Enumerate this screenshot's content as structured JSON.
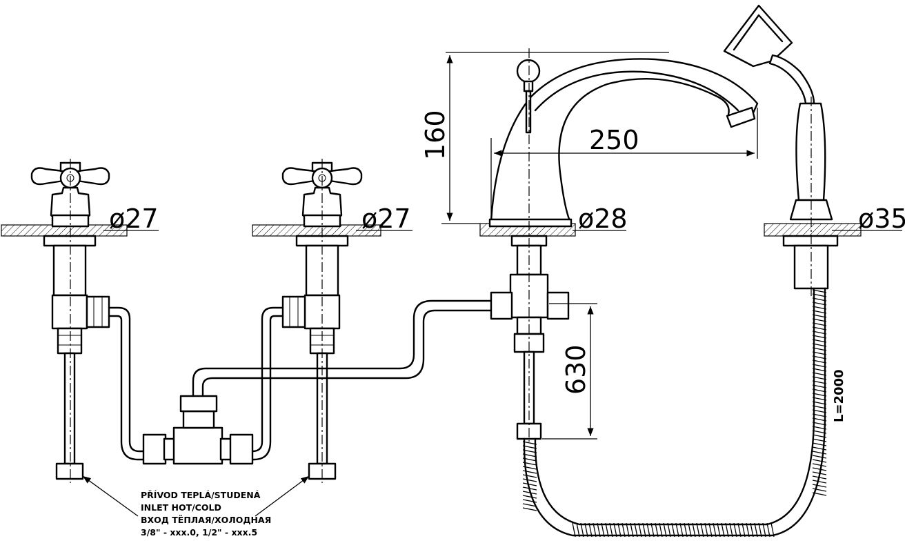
{
  "dimensions": {
    "hot_valve_diameter": "ø27",
    "cold_valve_diameter": "ø27",
    "spout_diameter": "ø28",
    "shower_diameter": "ø35",
    "spout_height": "160",
    "spout_reach": "250",
    "hose_drop": "630",
    "hose_length": "L=2000"
  },
  "note": {
    "line1": "PŘÍVOD TEPLÁ/STUDENÁ",
    "line2": "INLET HOT/COLD",
    "line3": "ВХОД ТЁПЛАЯ/ХОЛОДНАЯ",
    "line4": "3/8\" - xxx.0, 1/2\" - xxx.5"
  }
}
